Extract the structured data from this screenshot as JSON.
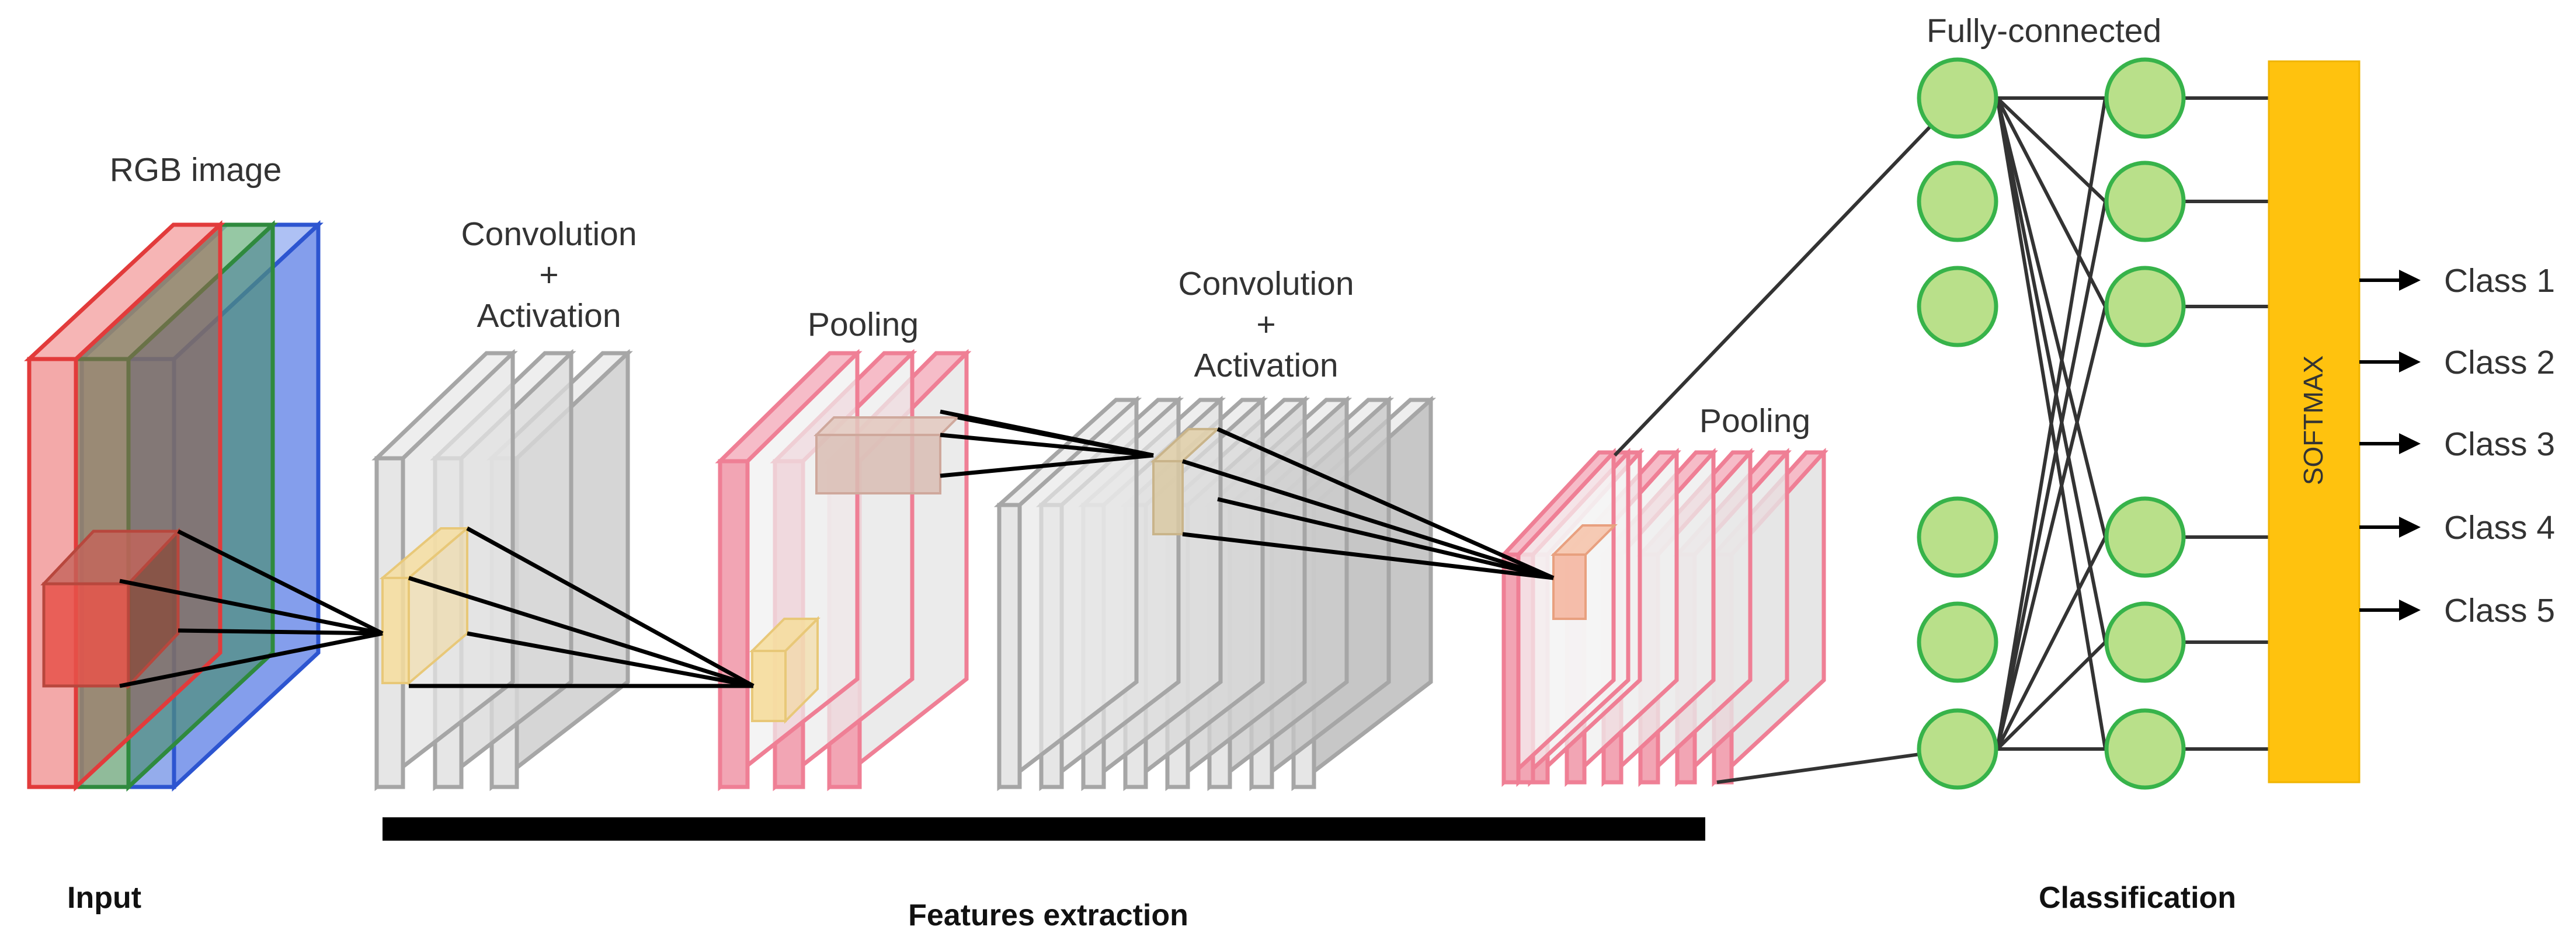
{
  "labels": {
    "rgb_image": "RGB image",
    "conv1": [
      "Convolution",
      "+",
      "Activation"
    ],
    "pooling1": "Pooling",
    "conv2": [
      "Convolution",
      "+",
      "Activation"
    ],
    "pooling2": "Pooling",
    "fully_connected": "Fully-connected",
    "softmax": "SOFTMAX"
  },
  "sections": {
    "input": "Input",
    "features": "Features extraction",
    "classification": "Classification"
  },
  "classes": [
    "Class 1",
    "Class 2",
    "Class 3",
    "Class 4",
    "Class 5"
  ],
  "colors": {
    "red_channel": "#f4a3a3",
    "green_channel": "#9ccf8a",
    "blue_channel": "#6c8fe0",
    "gray_layer": "#e6e6e6",
    "pink_layer": "#f2a5b4",
    "kernel": "#f6dd9c",
    "neuron": "#b9e08a",
    "neuron_border": "#37b34a",
    "softmax": "#ffc20e",
    "bar": "#000000"
  }
}
